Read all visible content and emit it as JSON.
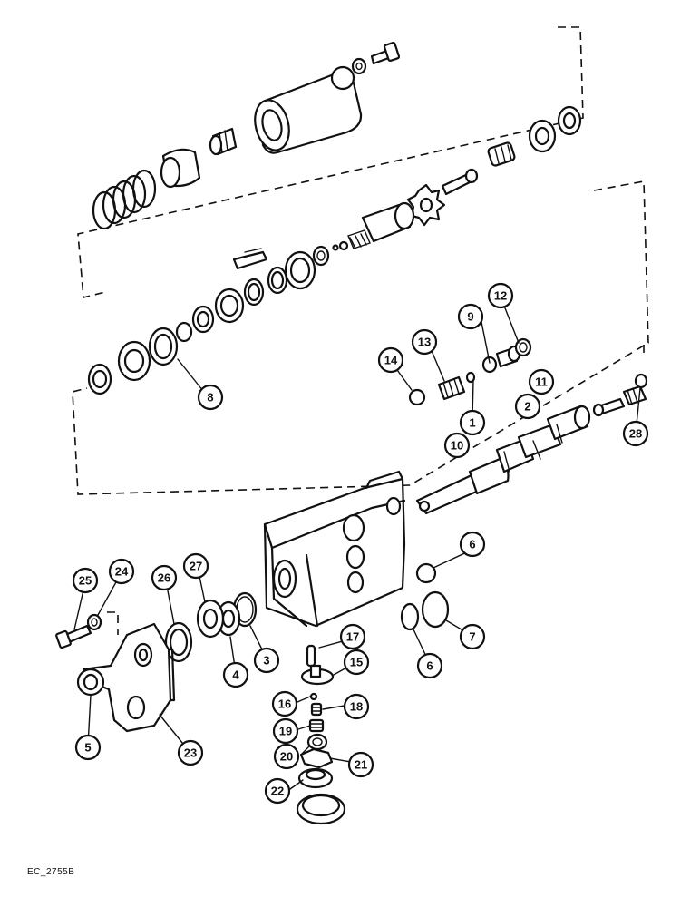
{
  "figure_code": "EC_2755B",
  "callouts": [
    {
      "id": "1",
      "label": "1"
    },
    {
      "id": "2",
      "label": "2"
    },
    {
      "id": "3",
      "label": "3"
    },
    {
      "id": "4",
      "label": "4"
    },
    {
      "id": "5",
      "label": "5"
    },
    {
      "id": "6a",
      "label": "6"
    },
    {
      "id": "6b",
      "label": "6"
    },
    {
      "id": "7",
      "label": "7"
    },
    {
      "id": "8",
      "label": "8"
    },
    {
      "id": "9",
      "label": "9"
    },
    {
      "id": "10",
      "label": "10"
    },
    {
      "id": "11",
      "label": "11"
    },
    {
      "id": "12",
      "label": "12"
    },
    {
      "id": "13",
      "label": "13"
    },
    {
      "id": "14",
      "label": "14"
    },
    {
      "id": "15",
      "label": "15"
    },
    {
      "id": "16",
      "label": "16"
    },
    {
      "id": "17",
      "label": "17"
    },
    {
      "id": "18",
      "label": "18"
    },
    {
      "id": "19",
      "label": "19"
    },
    {
      "id": "20",
      "label": "20"
    },
    {
      "id": "21",
      "label": "21"
    },
    {
      "id": "22",
      "label": "22"
    },
    {
      "id": "23",
      "label": "23"
    },
    {
      "id": "24",
      "label": "24"
    },
    {
      "id": "25",
      "label": "25"
    },
    {
      "id": "26",
      "label": "26"
    },
    {
      "id": "27",
      "label": "27"
    },
    {
      "id": "28",
      "label": "28"
    }
  ]
}
